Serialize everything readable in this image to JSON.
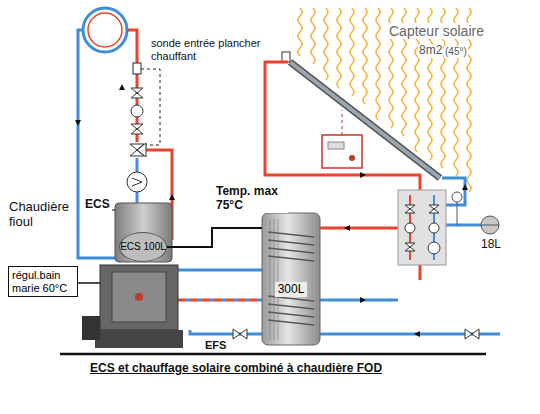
{
  "diagram": {
    "caption": "ECS et chauffage solaire combiné à chaudière FOD",
    "nodes": [
      {
        "text": [
          "ECS 100L"
        ]
      },
      {
        "text": [
          "régul.bain marie 60°C"
        ]
      },
      {
        "text": [
          "300L"
        ]
      }
    ],
    "edges": [
      {
        "from": 2,
        "to": 0,
        "arrow": "none",
        "label": "Temp. max 75°C"
      }
    ],
    "labels": [
      "sonde entrée plancher chauffant",
      "Capteur solaire",
      "8m2",
      "(45°)",
      "ECS",
      "Chaudière fioul",
      "18L",
      "EFS"
    ]
  }
}
